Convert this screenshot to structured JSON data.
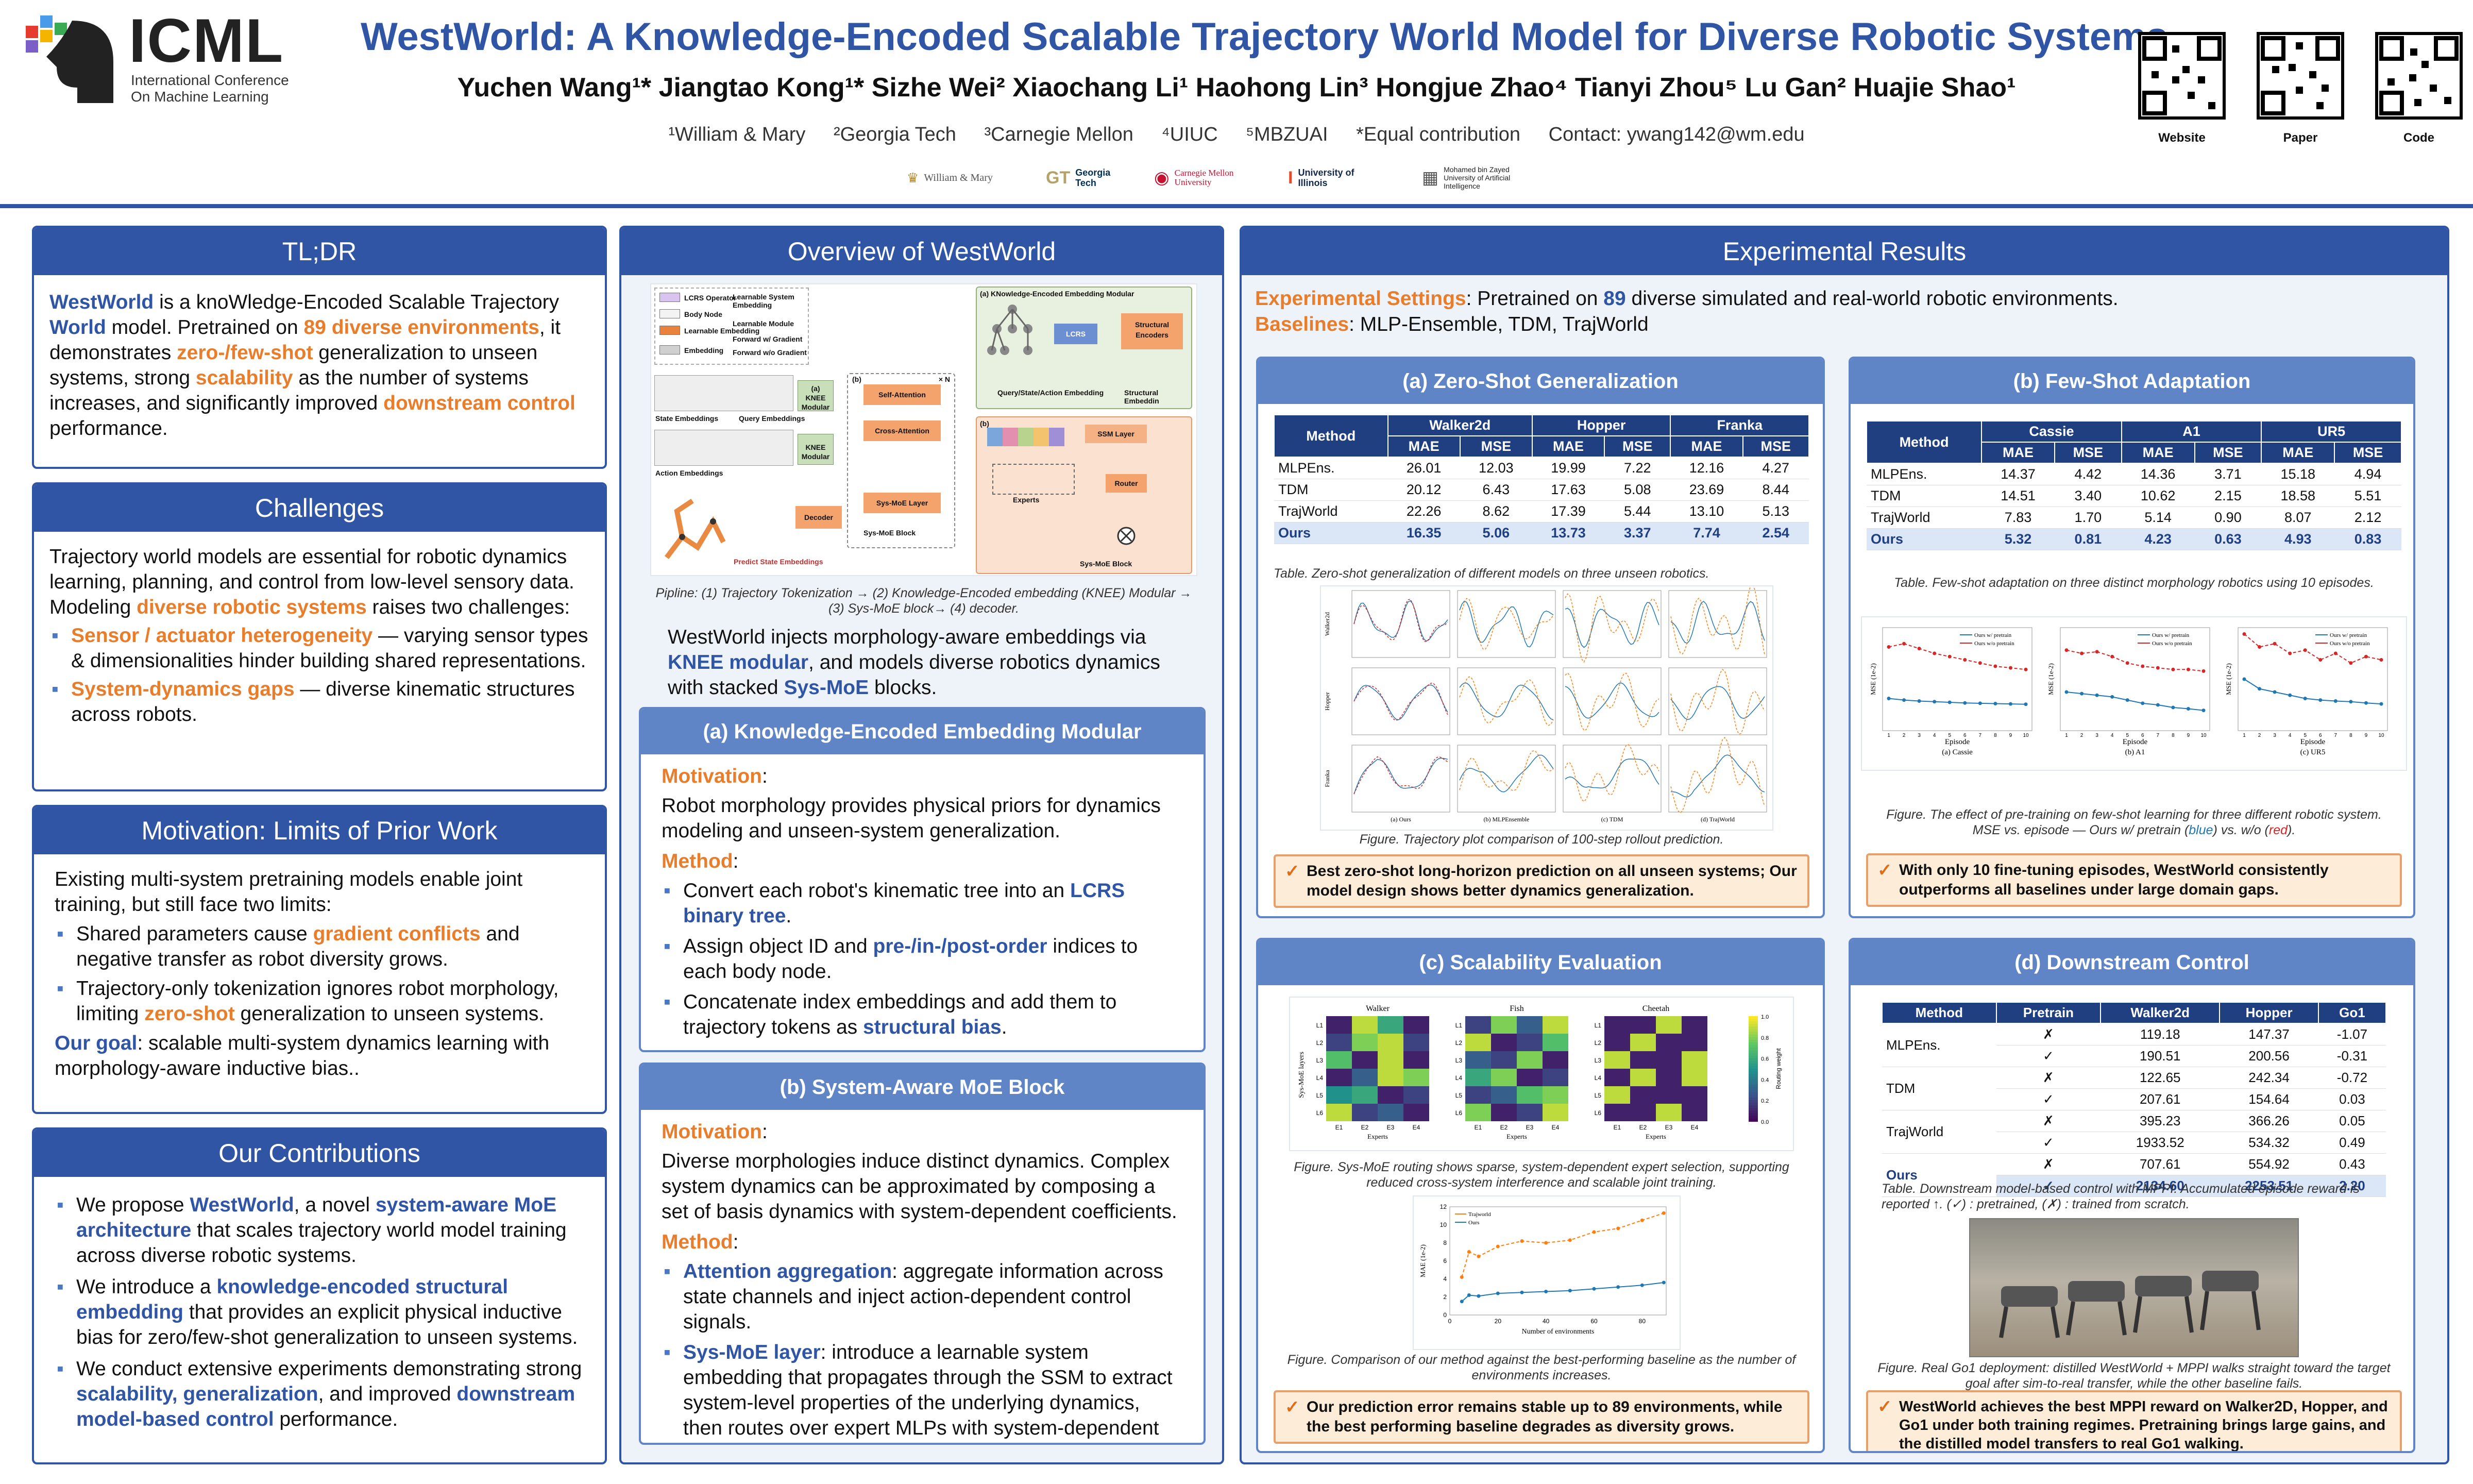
{
  "header": {
    "logo_text": "ICML",
    "logo_sub1": "International Conference",
    "logo_sub2": "On Machine Learning",
    "title": "WestWorld: A Knowledge-Encoded Scalable Trajectory World Model for Diverse Robotic Systems",
    "authors": "Yuchen Wang¹*   Jiangtao Kong¹*   Sizhe Wei²   Xiaochang Li¹   Haohong Lin³   Hongjue Zhao⁴   Tianyi Zhou⁵   Lu Gan²   Huajie Shao¹",
    "affiliations": [
      "¹William & Mary",
      "²Georgia Tech",
      "³Carnegie Mellon",
      "⁴UIUC",
      "⁵MBZUAI",
      "*Equal contribution",
      "Contact: ywang142@wm.edu"
    ],
    "inst_logos": [
      "William & Mary",
      "Georgia Tech",
      "Carnegie Mellon University",
      "University of Illinois",
      "Mohamed bin Zayed University of Artificial Intelligence"
    ],
    "qr_labels": [
      "Website",
      "Paper",
      "Code"
    ]
  },
  "tldr": {
    "title": "TL;DR",
    "p1": "WestWorld",
    "p2": " is a knoWledge-Encoded Scalable Trajectory ",
    "p3": "World",
    "p4": " model. Pretrained on ",
    "p5": "89 diverse environments",
    "p6": ", it demonstrates ",
    "p7": "zero-/few-shot",
    "p8": " generalization to unseen systems, strong ",
    "p9": "scalability",
    "p10": " as the number of systems increases, and significantly improved ",
    "p11": "downstream control",
    "p12": " performance."
  },
  "challenges": {
    "title": "Challenges",
    "intro_a": "Trajectory world models are essential for robotic dynamics learning, planning, and control from low-level sensory data. Modeling ",
    "intro_b": "diverse robotic systems",
    "intro_c": " raises two challenges:",
    "b1_key": "Sensor / actuator heterogeneity",
    "b1_rest": " — varying sensor types & dimensionalities hinder building shared representations.",
    "b2_key": "System-dynamics gaps",
    "b2_rest": " — diverse kinematic structures across robots."
  },
  "motivation": {
    "title": "Motivation: Limits of Prior Work",
    "intro": "Existing multi-system pretraining models enable joint training, but still face two limits:",
    "b1_a": "Shared parameters cause ",
    "b1_b": "gradient conflicts",
    "b1_c": " and negative transfer as robot diversity grows.",
    "b2_a": "Trajectory-only tokenization ignores robot morphology, limiting ",
    "b2_b": "zero-shot",
    "b2_c": " generalization to unseen systems.",
    "goal_a": "Our goal",
    "goal_b": ": scalable multi-system dynamics learning with morphology-aware inductive bias.."
  },
  "contributions": {
    "title": "Our Contributions",
    "b1_a": "We propose ",
    "b1_b": "WestWorld",
    "b1_c": ", a novel ",
    "b1_d": "system-aware MoE architecture",
    "b1_e": " that scales trajectory world model training across diverse robotic systems.",
    "b2_a": "We introduce a ",
    "b2_b": "knowledge-encoded structural embedding",
    "b2_c": " that provides an explicit physical inductive bias for zero/few-shot generalization to unseen systems.",
    "b3_a": "We conduct extensive experiments demonstrating strong ",
    "b3_b": "scalability, generalization",
    "b3_c": ", and improved ",
    "b3_d": "downstream model-based control",
    "b3_e": " performance."
  },
  "overview": {
    "title": "Overview of WestWorld",
    "legend": [
      "LCRS Operator",
      "Body Node",
      "Learnable Embedding",
      "Embedding",
      "Learnable System Embedding",
      "Learnable Module",
      "Forward w/ Gradient",
      "Forward w/o Gradient"
    ],
    "diagram_labels": {
      "knee_title": "KNowledge-Encoded Embedding Modular",
      "lcrs": "LCRS",
      "struct_enc": "Structural Encoders",
      "state_emb": "State Embeddings",
      "query_emb": "Query Embeddings",
      "action_emb": "Action Embeddings",
      "knee_mod": "KNEE Modular",
      "self_att": "Self-Attention",
      "cross_att": "Cross-Attention",
      "ssm": "SSM Layer",
      "experts": "Experts",
      "router": "Router",
      "sysmoe": "Sys-MoE Layer",
      "sysmoe_block": "Sys-MoE Block",
      "decoder": "Decoder",
      "predict": "Predict State Embeddings",
      "qsa": "Query/State/Action Embedding",
      "struct_emb": "Structural Embeddin",
      "label_a": "(a)",
      "label_b": "(b)",
      "label_xn": "× N"
    },
    "caption": "Pipline: (1) Trajectory Tokenization → (2) Knowledge-Encoded embedding (KNEE) Modular → (3) Sys-MoE block→ (4) decoder.",
    "desc_a": "WestWorld injects morphology-aware embeddings via ",
    "desc_b": "KNEE modular",
    "desc_c": ", and models diverse robotics dynamics with stacked ",
    "desc_d": "Sys-MoE",
    "desc_e": " blocks.",
    "knee": {
      "title": "(a) Knowledge-Encoded Embedding Modular",
      "mot_label": "Motivation",
      "mot_text": "Robot morphology provides physical priors for dynamics modeling and unseen-system generalization.",
      "meth_label": "Method",
      "b1_a": "Convert each robot's kinematic tree into an ",
      "b1_b": "LCRS binary tree",
      "b1_c": ".",
      "b2_a": "Assign object ID and ",
      "b2_b": "pre-/in-/post-order",
      "b2_c": " indices to each body node.",
      "b3_a": "Concatenate index embeddings and add them to trajectory tokens as ",
      "b3_b": "structural bias",
      "b3_c": "."
    },
    "moe": {
      "title": "(b) System-Aware MoE Block",
      "mot_label": "Motivation",
      "mot_text": "Diverse morphologies induce distinct dynamics. Complex system dynamics can be approximated by composing a set of basis dynamics with system-dependent coefficients.",
      "meth_label": "Method",
      "b1_a": "Attention aggregation",
      "b1_b": ": aggregate information across state channels and inject action-dependent control signals.",
      "b2_a": "Sys-MoE layer",
      "b2_b": ": introduce a learnable system embedding that propagates through the SSM to extract system-level properties of the underlying dynamics, then routes over expert MLPs with system-dependent weights."
    }
  },
  "results": {
    "title": "Experimental Results",
    "settings_label": "Experimental Settings",
    "settings_text_a": ": Pretrained on ",
    "settings_text_b": "89",
    "settings_text_c": " diverse simulated and real-world robotic environments.",
    "baselines_label": "Baselines",
    "baselines_text": ": MLP-Ensemble, TDM, TrajWorld",
    "zero": {
      "title": "(a) Zero-Shot Generalization",
      "method_header": "Method",
      "groups": [
        "Walker2d",
        "Hopper",
        "Franka"
      ],
      "metrics": [
        "MAE",
        "MSE",
        "MAE",
        "MSE",
        "MAE",
        "MSE"
      ],
      "rows": [
        [
          "MLPEns.",
          "26.01",
          "12.03",
          "19.99",
          "7.22",
          "12.16",
          "4.27"
        ],
        [
          "TDM",
          "20.12",
          "6.43",
          "17.63",
          "5.08",
          "23.69",
          "8.44"
        ],
        [
          "TrajWorld",
          "22.26",
          "8.62",
          "17.39",
          "5.44",
          "13.10",
          "5.13"
        ],
        [
          "Ours",
          "16.35",
          "5.06",
          "13.73",
          "3.37",
          "7.74",
          "2.54"
        ]
      ],
      "table_caption": "Table. Zero-shot generalization of different models on three unseen robotics.",
      "fig_caption": "Figure. Trajectory plot comparison of 100-step rollout prediction.",
      "fig_cols": [
        "(a) Ours",
        "(b) MLPEnsemble",
        "(c) TDM",
        "(d) TrajWorld"
      ],
      "fig_rows": [
        "Walker2d",
        "Hopper",
        "Franka"
      ],
      "callout": "Best zero-shot long-horizon prediction on all unseen systems; Our model design shows better dynamics generalization."
    },
    "few": {
      "title": "(b) Few-Shot Adaptation",
      "method_header": "Method",
      "groups": [
        "Cassie",
        "A1",
        "UR5"
      ],
      "metrics": [
        "MAE",
        "MSE",
        "MAE",
        "MSE",
        "MAE",
        "MSE"
      ],
      "rows": [
        [
          "MLPEns.",
          "14.37",
          "4.42",
          "14.36",
          "3.71",
          "15.18",
          "4.94"
        ],
        [
          "TDM",
          "14.51",
          "3.40",
          "10.62",
          "2.15",
          "18.58",
          "5.51"
        ],
        [
          "TrajWorld",
          "7.83",
          "1.70",
          "5.14",
          "0.90",
          "8.07",
          "2.12"
        ],
        [
          "Ours",
          "5.32",
          "0.81",
          "4.23",
          "0.63",
          "4.93",
          "0.83"
        ]
      ],
      "table_caption": "Table. Few-shot adaptation on three distinct morphology robotics using 10 episodes.",
      "fig_caption_a": "Figure. The effect of pre-training on few-shot learning for three different robotic system. MSE vs. episode — Ours w/ pretrain (",
      "fig_caption_blue": "blue",
      "fig_caption_b": ") vs. w/o (",
      "fig_caption_red": "red",
      "fig_caption_c": ").",
      "callout": "With only 10 fine-tuning episodes, WestWorld consistently outperforms all baselines under large domain gaps."
    },
    "scal": {
      "title": "(c) Scalability Evaluation",
      "heatmap_titles": [
        "Walker",
        "Fish",
        "Cheetah"
      ],
      "heatmap_cols": [
        "E1",
        "E2",
        "E3",
        "E4"
      ],
      "heatmap_rows": [
        "L1",
        "L2",
        "L3",
        "L4",
        "L5",
        "L6"
      ],
      "heatmap_xlabel": "Experts",
      "heatmap_ylabel": "Sys-MoE layers",
      "colorbar_label": "Routing weight",
      "colorbar_ticks": [
        "1.0",
        "0.8",
        "0.6",
        "0.4",
        "0.2",
        "0.0"
      ],
      "heatmap_caption": "Figure. Sys-MoE routing shows sparse, system-dependent expert selection, supporting reduced cross-system interference and scalable joint training.",
      "line_caption": "Figure. Comparison of our method against the best-performing baseline as the number of environments increases.",
      "callout": "Our prediction error remains stable up to 89 environments, while the best performing baseline degrades as diversity grows."
    },
    "down": {
      "title": "(d) Downstream Control",
      "headers": [
        "Method",
        "Pretrain",
        "Walker2d",
        "Hopper",
        "Go1"
      ],
      "rows": [
        [
          "MLPEns.",
          "✗",
          "119.18",
          "147.37",
          "-1.07"
        ],
        [
          "",
          "✓",
          "190.51",
          "200.56",
          "-0.31"
        ],
        [
          "TDM",
          "✗",
          "122.65",
          "242.34",
          "-0.72"
        ],
        [
          "",
          "✓",
          "207.61",
          "154.64",
          "0.03"
        ],
        [
          "TrajWorld",
          "✗",
          "395.23",
          "366.26",
          "0.05"
        ],
        [
          "",
          "✓",
          "1933.52",
          "534.32",
          "0.49"
        ],
        [
          "Ours",
          "✗",
          "707.61",
          "554.92",
          "0.43"
        ],
        [
          "",
          "✓",
          "2134.60",
          "2253.51",
          "2.20"
        ]
      ],
      "table_caption": "Table. Downstream model-based control with MPPI. Accumulated episode reward is reported ↑. (✓) : pretrained, (✗) : trained from scratch.",
      "photo_caption": "Figure. Real Go1 deployment: distilled WestWorld + MPPI walks straight toward the target goal after sim-to-real transfer, while the other baseline fails.",
      "callout": "WestWorld achieves the best MPPI reward on Walker2D, Hopper, and Go1 under both training regimes. Pretraining brings large gains, and the distilled model transfers to real Go1 walking."
    },
    "colors": {
      "ours": "#1f77b4",
      "baseline": "#ff7f0e",
      "red": "#d62728"
    }
  },
  "chart_data": [
    {
      "type": "line",
      "name_ref": "few-shot-cassie",
      "xlabel": "Episode",
      "ylabel": "MSE (1e-2)",
      "subtitle": "(a) Cassie",
      "x": [
        1,
        2,
        3,
        4,
        5,
        6,
        7,
        8,
        9,
        10
      ],
      "series": [
        {
          "name": "Ours w/ pretrain",
          "values": [
            1.0,
            0.95,
            0.92,
            0.9,
            0.88,
            0.86,
            0.85,
            0.84,
            0.83,
            0.82
          ]
        },
        {
          "name": "Ours w/o pretrain",
          "values": [
            2.6,
            2.7,
            2.55,
            2.4,
            2.3,
            2.2,
            2.1,
            2.0,
            1.95,
            1.9
          ]
        }
      ]
    },
    {
      "type": "line",
      "name_ref": "few-shot-a1",
      "xlabel": "Episode",
      "ylabel": "MSE (1e-2)",
      "subtitle": "(b) A1",
      "x": [
        1,
        2,
        3,
        4,
        5,
        6,
        7,
        8,
        9,
        10
      ],
      "series": [
        {
          "name": "Ours w/ pretrain",
          "values": [
            1.2,
            1.15,
            1.1,
            1.05,
            0.95,
            0.85,
            0.8,
            0.72,
            0.68,
            0.63
          ]
        },
        {
          "name": "Ours w/o pretrain",
          "values": [
            2.5,
            2.4,
            2.45,
            2.3,
            2.1,
            2.0,
            1.95,
            1.9,
            1.9,
            1.85
          ]
        }
      ]
    },
    {
      "type": "line",
      "name_ref": "few-shot-ur5",
      "xlabel": "Episode",
      "ylabel": "MSE (1e-2)",
      "subtitle": "(c) UR5",
      "x": [
        1,
        2,
        3,
        4,
        5,
        6,
        7,
        8,
        9,
        10
      ],
      "series": [
        {
          "name": "Ours w/ pretrain",
          "values": [
            1.6,
            1.3,
            1.2,
            1.1,
            1.0,
            0.95,
            0.92,
            0.9,
            0.86,
            0.83
          ]
        },
        {
          "name": "Ours w/o pretrain",
          "values": [
            3.0,
            2.6,
            2.7,
            2.4,
            2.5,
            2.2,
            2.4,
            2.1,
            2.3,
            2.2
          ]
        }
      ]
    },
    {
      "type": "line",
      "name_ref": "scalability",
      "xlabel": "Number of environments",
      "ylabel": "MAE (1e-2)",
      "xlim": [
        0,
        90
      ],
      "ylim": [
        0,
        12
      ],
      "x_ticks": [
        0,
        20,
        40,
        60,
        80
      ],
      "y_ticks": [
        0,
        2,
        4,
        6,
        8,
        10,
        12
      ],
      "series": [
        {
          "name": "Trajworld",
          "x": [
            5,
            8,
            12,
            20,
            30,
            40,
            50,
            60,
            70,
            80,
            89
          ],
          "values": [
            4.2,
            7.0,
            6.5,
            7.6,
            8.2,
            8.0,
            8.3,
            9.2,
            9.6,
            10.5,
            11.3
          ]
        },
        {
          "name": "Ours",
          "x": [
            5,
            8,
            12,
            20,
            30,
            40,
            50,
            60,
            70,
            80,
            89
          ],
          "values": [
            1.5,
            2.2,
            2.1,
            2.4,
            2.5,
            2.6,
            2.7,
            2.9,
            3.1,
            3.3,
            3.6
          ]
        }
      ]
    },
    {
      "type": "heatmap",
      "name_ref": "routing-walker",
      "title": "Walker",
      "rows": [
        "L1",
        "L2",
        "L3",
        "L4",
        "L5",
        "L6"
      ],
      "cols": [
        "E1",
        "E2",
        "E3",
        "E4"
      ],
      "values": [
        [
          0.1,
          0.9,
          0.6,
          0.1
        ],
        [
          0.2,
          0.8,
          0.9,
          0.2
        ],
        [
          0.7,
          0.1,
          0.9,
          0.1
        ],
        [
          0.1,
          0.3,
          0.9,
          0.8
        ],
        [
          0.5,
          0.6,
          0.1,
          0.2
        ],
        [
          0.9,
          0.2,
          0.3,
          0.1
        ]
      ]
    },
    {
      "type": "heatmap",
      "name_ref": "routing-fish",
      "title": "Fish",
      "rows": [
        "L1",
        "L2",
        "L3",
        "L4",
        "L5",
        "L6"
      ],
      "cols": [
        "E1",
        "E2",
        "E3",
        "E4"
      ],
      "values": [
        [
          0.2,
          0.8,
          0.3,
          0.9
        ],
        [
          0.9,
          0.1,
          0.2,
          0.7
        ],
        [
          0.3,
          0.2,
          0.8,
          0.1
        ],
        [
          0.6,
          0.8,
          0.1,
          0.2
        ],
        [
          0.2,
          0.3,
          0.7,
          0.8
        ],
        [
          0.8,
          0.1,
          0.2,
          0.9
        ]
      ]
    },
    {
      "type": "heatmap",
      "name_ref": "routing-cheetah",
      "title": "Cheetah",
      "rows": [
        "L1",
        "L2",
        "L3",
        "L4",
        "L5",
        "L6"
      ],
      "cols": [
        "E1",
        "E2",
        "E3",
        "E4"
      ],
      "values": [
        [
          0.1,
          0.1,
          0.9,
          0.1
        ],
        [
          0.1,
          0.9,
          0.1,
          0.1
        ],
        [
          0.9,
          0.1,
          0.1,
          0.9
        ],
        [
          0.1,
          0.9,
          0.1,
          0.9
        ],
        [
          0.9,
          0.1,
          0.1,
          0.1
        ],
        [
          0.1,
          0.1,
          0.9,
          0.1
        ]
      ]
    }
  ]
}
